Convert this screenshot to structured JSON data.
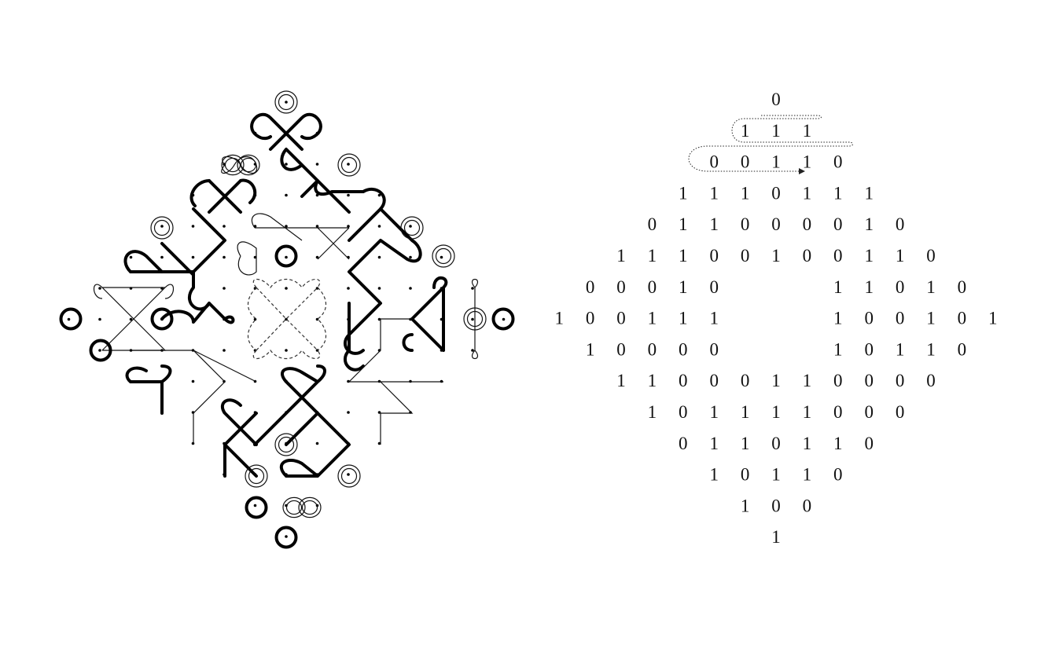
{
  "kolam": {
    "rows": [
      1,
      3,
      5,
      7,
      9,
      11,
      13,
      15,
      13,
      11,
      9,
      7,
      5,
      3,
      1
    ],
    "colors": {
      "bold": "#000000",
      "outline": "#111111",
      "dashed": "#333333",
      "background": "#ffffff"
    }
  },
  "binary_matrix": {
    "rows": [
      [
        "0"
      ],
      [
        "1",
        "1",
        "1"
      ],
      [
        "0",
        "0",
        "1",
        "1",
        "0"
      ],
      [
        "1",
        "1",
        "1",
        "0",
        "1",
        "1",
        "1"
      ],
      [
        "0",
        "1",
        "1",
        "0",
        "0",
        "0",
        "0",
        "1",
        "0"
      ],
      [
        "1",
        "1",
        "1",
        "0",
        "0",
        "1",
        "0",
        "0",
        "1",
        "1",
        "0"
      ],
      [
        "0",
        "0",
        "0",
        "1",
        "0",
        "",
        "",
        "",
        "1",
        "1",
        "0",
        "1",
        "0"
      ],
      [
        "1",
        "0",
        "0",
        "1",
        "1",
        "1",
        "",
        "",
        "",
        "1",
        "0",
        "0",
        "1",
        "0",
        "1"
      ],
      [
        "1",
        "0",
        "0",
        "0",
        "0",
        "",
        "",
        "",
        "1",
        "0",
        "1",
        "1",
        "0"
      ],
      [
        "1",
        "1",
        "0",
        "0",
        "0",
        "1",
        "1",
        "0",
        "0",
        "0",
        "0"
      ],
      [
        "1",
        "0",
        "1",
        "1",
        "1",
        "1",
        "0",
        "0",
        "0"
      ],
      [
        "0",
        "1",
        "1",
        "0",
        "1",
        "1",
        "0"
      ],
      [
        "1",
        "0",
        "1",
        "1",
        "0"
      ],
      [
        "1",
        "0",
        "0"
      ],
      [
        "1"
      ]
    ],
    "annotations": [
      "dotted-traversal-1",
      "dotted-traversal-2",
      "dotted-arrow"
    ]
  }
}
